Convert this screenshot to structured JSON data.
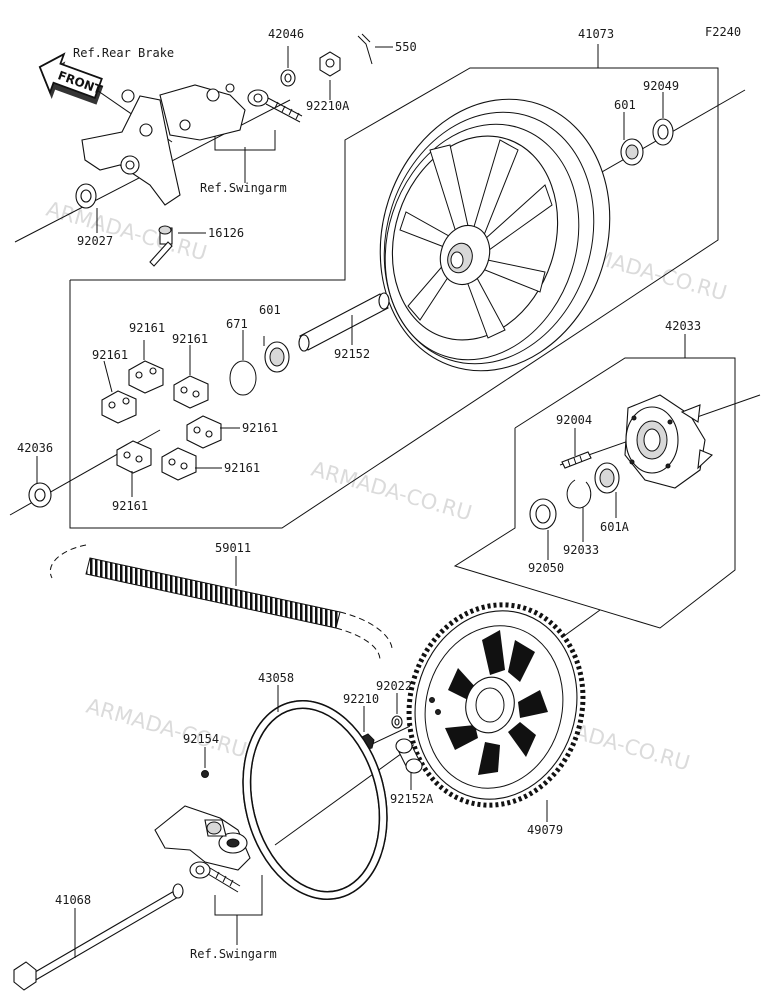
{
  "diagram_code": "F2240",
  "front_label": "FRONT",
  "refs": {
    "rear_brake": "Ref.Rear Brake",
    "swingarm_top": "Ref.Swingarm",
    "swingarm_bottom": "Ref.Swingarm"
  },
  "watermark": "ARMADA-CO.RU",
  "parts": {
    "p42046": "42046",
    "p550": "550",
    "p92210A": "92210A",
    "p41073": "41073",
    "p601a": "601",
    "p92049": "92049",
    "p92027": "92027",
    "p16126": "16126",
    "p671": "671",
    "p601b": "601",
    "p92152": "92152",
    "p92161_1": "92161",
    "p92161_2": "92161",
    "p92161_3": "92161",
    "p92161_4": "92161",
    "p92161_5": "92161",
    "p92161_6": "92161",
    "p42036": "42036",
    "p42033": "42033",
    "p92004": "92004",
    "p92050": "92050",
    "p92033": "92033",
    "p601A": "601A",
    "p59011": "59011",
    "p43058": "43058",
    "p92210": "92210",
    "p92022": "92022",
    "p92154": "92154",
    "p92152A": "92152A",
    "p49079": "49079",
    "p41068": "41068"
  }
}
